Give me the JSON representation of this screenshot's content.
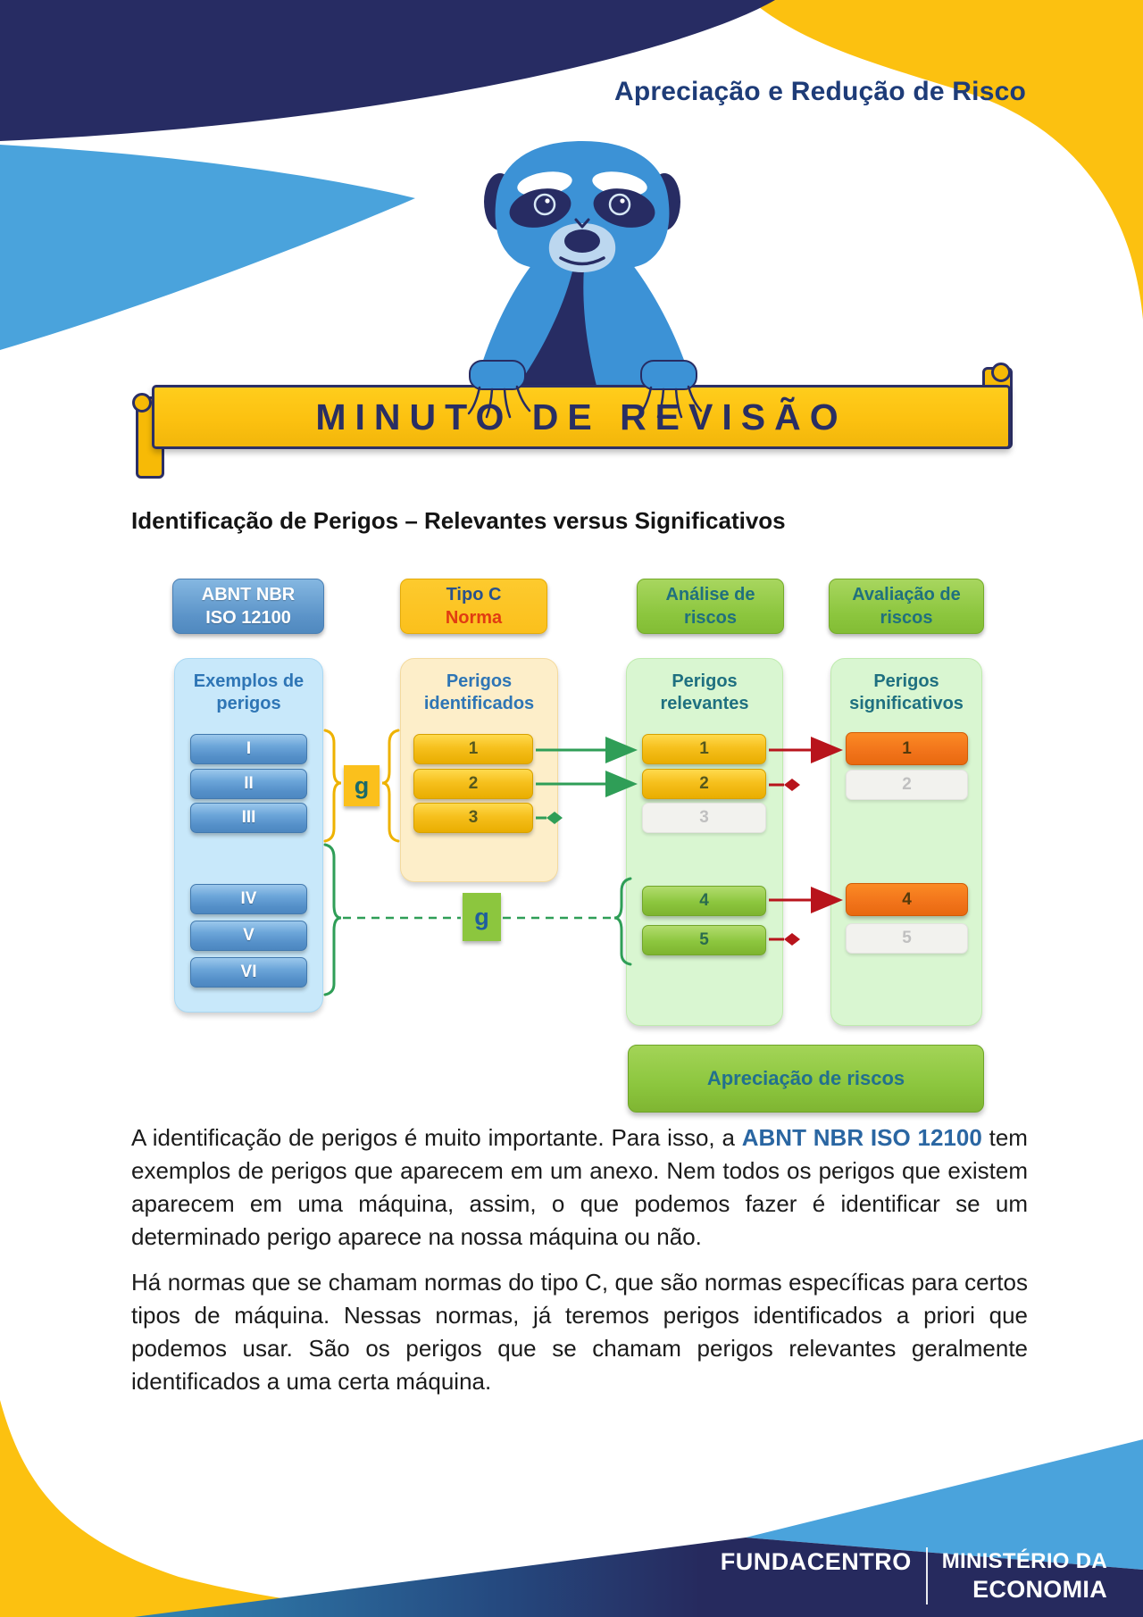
{
  "header": {
    "title": "Apreciação e Redução de Risco"
  },
  "banner": {
    "title": "MINUTO DE REVISÃO"
  },
  "section": {
    "heading": "Identificação de Perigos – Relevantes versus Significativos"
  },
  "diagram": {
    "columns": [
      {
        "header": [
          "ABNT NBR",
          "ISO 12100"
        ],
        "panel_title": "Exemplos de perigos",
        "items": [
          "I",
          "II",
          "III",
          "IV",
          "V",
          "VI"
        ]
      },
      {
        "header": [
          "Tipo C",
          "Norma"
        ],
        "panel_title": "Perigos identificados",
        "items": [
          "1",
          "2",
          "3"
        ]
      },
      {
        "header": [
          "Análise de",
          "riscos"
        ],
        "panel_title": "Perigos relevantes",
        "items": [
          "1",
          "2",
          "3",
          "4",
          "5"
        ]
      },
      {
        "header": [
          "Avaliação de",
          "riscos"
        ],
        "panel_title": "Perigos significativos",
        "items": [
          "1",
          "2",
          "4",
          "5"
        ]
      }
    ],
    "g_top": "g",
    "g_bottom": "g",
    "bottom_banner": "Apreciação de riscos"
  },
  "body": {
    "p1_before": "A identificação de perigos é muito importante. Para isso, a ",
    "p1_emphasis": "ABNT NBR ISO 12100",
    "p1_after": " tem exemplos de perigos que aparecem em um anexo. Nem todos os perigos que existem aparecem em uma máquina, assim, o que podemos fazer é identificar se um determinado perigo aparece na nossa máquina ou não.",
    "p2": "Há normas que se chamam normas do tipo C, que são normas específicas para certos tipos de máquina. Nessas normas, já teremos perigos identificados a priori que podemos usar. São os perigos que se chamam perigos relevantes geralmente identificados a uma certa máquina."
  },
  "footer": {
    "brand_left": "FUNDACENTRO",
    "brand_right_line1": "MINISTÉRIO DA",
    "brand_right_line2": "ECONOMIA"
  },
  "colors": {
    "navy": "#272c63",
    "yellow": "#fcc110",
    "light_blue": "#4aa3dc",
    "title_blue": "#1e3c78",
    "diagram_blue": "#5b93c8",
    "diagram_green": "#8cc63e",
    "diagram_orange": "#f1731a",
    "arrow_green": "#2f9e57",
    "arrow_red": "#b8141c",
    "link_blue": "#2a66a2",
    "norma_red": "#e13c11",
    "teal_label": "#1f7080"
  }
}
